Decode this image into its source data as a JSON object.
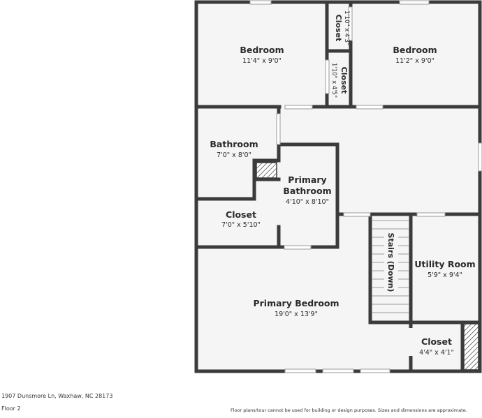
{
  "rooms": {
    "bedroom_left": {
      "name": "Bedroom",
      "dim": "11'4\" x 9'0\""
    },
    "closet_top": {
      "name": "Closet",
      "dim": "1'10\" x 4'3\""
    },
    "closet_mid": {
      "name": "Closet",
      "dim": "1'10\" x 4'5\""
    },
    "bedroom_right": {
      "name": "Bedroom",
      "dim": "11'2\" x 9'0\""
    },
    "bathroom": {
      "name": "Bathroom",
      "dim": "7'0\" x 8'0\""
    },
    "primary_bath": {
      "name_line1": "Primary",
      "name_line2": "Bathroom",
      "dim": "4'10\" x 8'10\""
    },
    "closet_left": {
      "name": "Closet",
      "dim": "7'0\" x 5'10\""
    },
    "stairs": {
      "name": "Stairs (Down)"
    },
    "utility": {
      "name": "Utility Room",
      "dim": "5'9\" x 9'4\""
    },
    "primary_bedroom": {
      "name": "Primary Bedroom",
      "dim": "19'0\" x 13'9\""
    },
    "closet_small": {
      "name": "Closet",
      "dim": "4'4\" x 4'1\""
    }
  },
  "footer": {
    "address": "1907 Dunsmore Ln, Waxhaw, NC 28173",
    "floor": "Floor 2",
    "disclaimer": "Floor plans/tour cannot be used for building or design purposes. Sizes and dimensions are approximate."
  },
  "colors": {
    "wall": "#3b3b3b",
    "floor": "#f5f5f5",
    "window": "#bfbfbf"
  }
}
